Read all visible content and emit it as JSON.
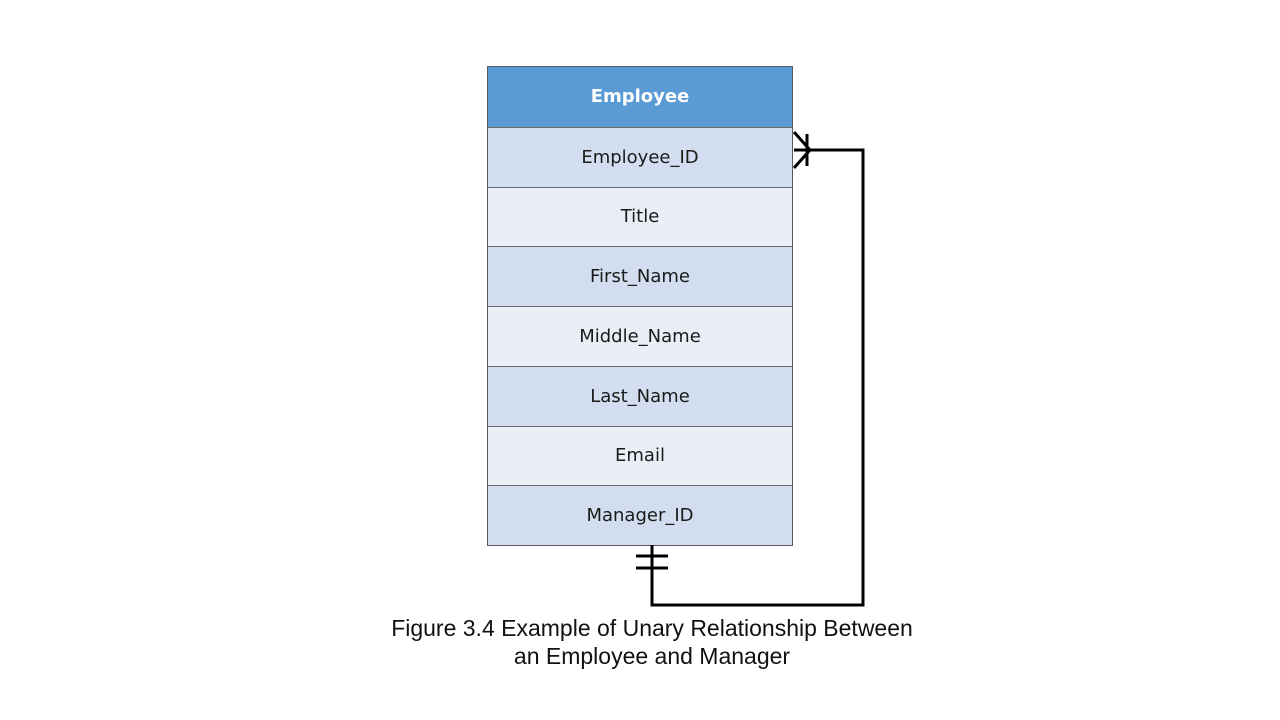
{
  "entity": {
    "name": "Employee",
    "attributes": [
      "Employee_ID",
      "Title",
      "First_Name",
      "Middle_Name",
      "Last_Name",
      "Email",
      "Manager_ID"
    ]
  },
  "relationship": {
    "type": "unary",
    "from": "Manager_ID",
    "from_cardinality": "one-and-only-one",
    "to": "Employee_ID",
    "to_cardinality": "many"
  },
  "caption": {
    "line1": "Figure 3.4 Example of Unary Relationship Between",
    "line2": "an Employee and Manager"
  },
  "colors": {
    "header_fill": "#5b9bd5",
    "row_dark_fill": "#d2deef",
    "row_light_fill": "#eaeff7",
    "connector": "#000000"
  }
}
